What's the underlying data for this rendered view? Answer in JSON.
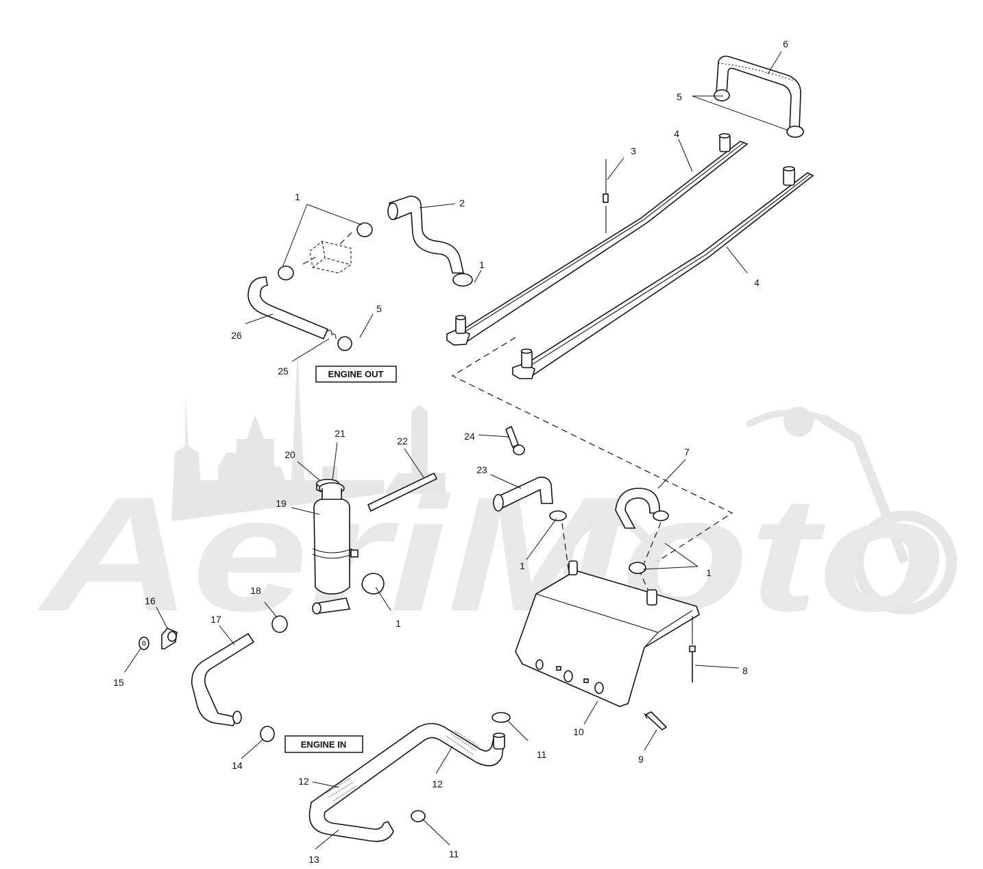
{
  "labels": {
    "engine_out": "ENGINE OUT",
    "engine_in": "ENGINE IN"
  },
  "watermark": {
    "text": "AeriMoto"
  },
  "callouts": [
    {
      "id": "c1a",
      "text": "1"
    },
    {
      "id": "c2",
      "text": "2"
    },
    {
      "id": "c3",
      "text": "3"
    },
    {
      "id": "c4a",
      "text": "4"
    },
    {
      "id": "c4b",
      "text": "4"
    },
    {
      "id": "c5a",
      "text": "5"
    },
    {
      "id": "c6",
      "text": "6"
    },
    {
      "id": "c1b",
      "text": "1"
    },
    {
      "id": "c5b",
      "text": "5"
    },
    {
      "id": "c26",
      "text": "26"
    },
    {
      "id": "c25",
      "text": "25"
    },
    {
      "id": "c21",
      "text": "21"
    },
    {
      "id": "c20",
      "text": "20"
    },
    {
      "id": "c22",
      "text": "22"
    },
    {
      "id": "c24",
      "text": "24"
    },
    {
      "id": "c23",
      "text": "23"
    },
    {
      "id": "c7",
      "text": "7"
    },
    {
      "id": "c19",
      "text": "19"
    },
    {
      "id": "c1c",
      "text": "1"
    },
    {
      "id": "c1d",
      "text": "1"
    },
    {
      "id": "c1e",
      "text": "1"
    },
    {
      "id": "c16",
      "text": "16"
    },
    {
      "id": "c18",
      "text": "18"
    },
    {
      "id": "c17",
      "text": "17"
    },
    {
      "id": "c15",
      "text": "15"
    },
    {
      "id": "c8",
      "text": "8"
    },
    {
      "id": "c10",
      "text": "10"
    },
    {
      "id": "c14",
      "text": "14"
    },
    {
      "id": "c11a",
      "text": "11"
    },
    {
      "id": "c9",
      "text": "9"
    },
    {
      "id": "c12a",
      "text": "12"
    },
    {
      "id": "c12b",
      "text": "12"
    },
    {
      "id": "c13",
      "text": "13"
    },
    {
      "id": "c11b",
      "text": "11"
    }
  ]
}
